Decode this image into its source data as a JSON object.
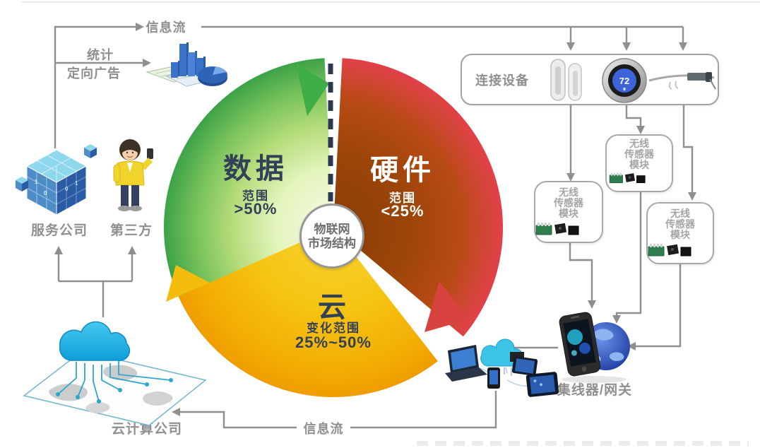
{
  "pie": {
    "center": {
      "line1": "物联网",
      "line2": "市场结构"
    },
    "segments": [
      {
        "id": "data",
        "label": "数据",
        "sub_label": "范围",
        "sub_value": ">50%",
        "color": "#41a848"
      },
      {
        "id": "hardware",
        "label": "硬件",
        "sub_label": "范围",
        "sub_value": "<25%",
        "color": "#e24048"
      },
      {
        "id": "cloud",
        "label": "云",
        "sub_label": "变化范围",
        "sub_value": "25%~50%",
        "color": "#f5b80c"
      }
    ]
  },
  "labels": {
    "info_flow_top": "信息流",
    "stats": "统计",
    "targeted_ads": "定向广告",
    "service_company": "服务公司",
    "third_party": "第三方",
    "cloud_company": "云计算公司",
    "info_flow_bottom": "信息流",
    "connected_devices": "连接设备",
    "hub_gateway": "集线器/网关"
  },
  "sensor_module": {
    "line1": "无线",
    "line2": "传感器",
    "line3": "模块"
  },
  "devices": {
    "thermostat_reading": "72"
  },
  "colors": {
    "line_gray": "#8f8f8f",
    "dash_navy": "#2c3752"
  }
}
